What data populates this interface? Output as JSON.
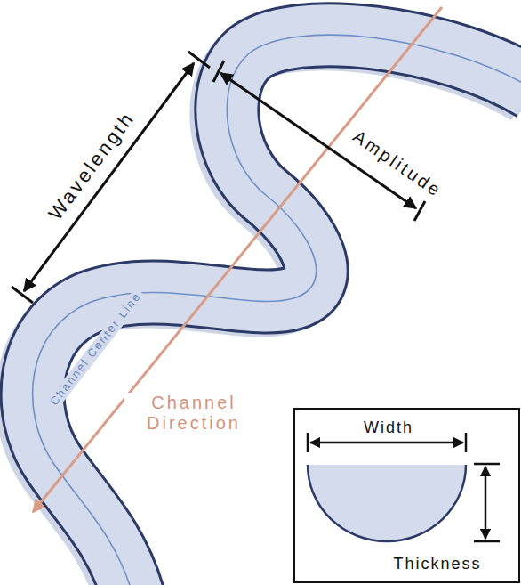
{
  "diagram": {
    "nodes": [
      {
        "text": [
          "Width",
          "Thickness"
        ]
      }
    ],
    "labels": [
      "Wavelength",
      "Amplitude",
      "Channel Center Line",
      "Channel Direction"
    ]
  }
}
